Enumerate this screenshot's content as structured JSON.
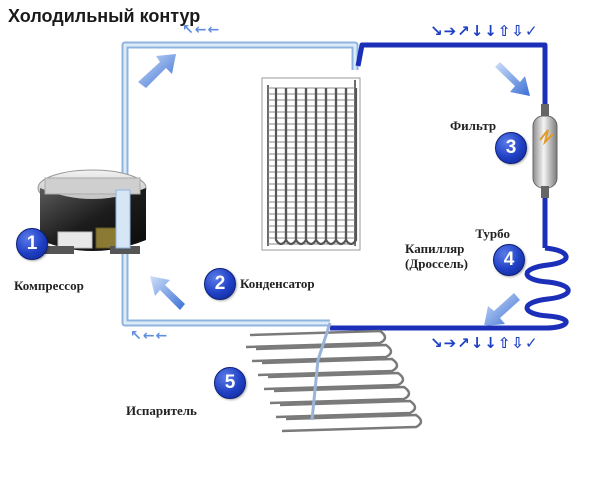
{
  "title": "Холодильный контур",
  "components": {
    "compressor": {
      "number": "1",
      "label": "Компрессор"
    },
    "condenser": {
      "number": "2",
      "label": "Конденсатор"
    },
    "filter": {
      "number": "3",
      "label": "Фильтр"
    },
    "capillary": {
      "number": "4",
      "label_line1": "Турбо",
      "label_line2": "Капилляр",
      "label_line3": "(Дроссель)"
    },
    "evaporator": {
      "number": "5",
      "label": "Испаритель"
    }
  },
  "arrow_strips": {
    "top_left": "↖←←",
    "top_right": "↘➔↗↓↓⇧⇩✓",
    "bottom_left": "↖←←",
    "bottom_right": "↘➔↗↓↓⇧⇩✓"
  },
  "colors": {
    "high_line": "#1c2fb8",
    "low_line": "#a9c8ea",
    "number_badge": "#1f3fc4"
  }
}
